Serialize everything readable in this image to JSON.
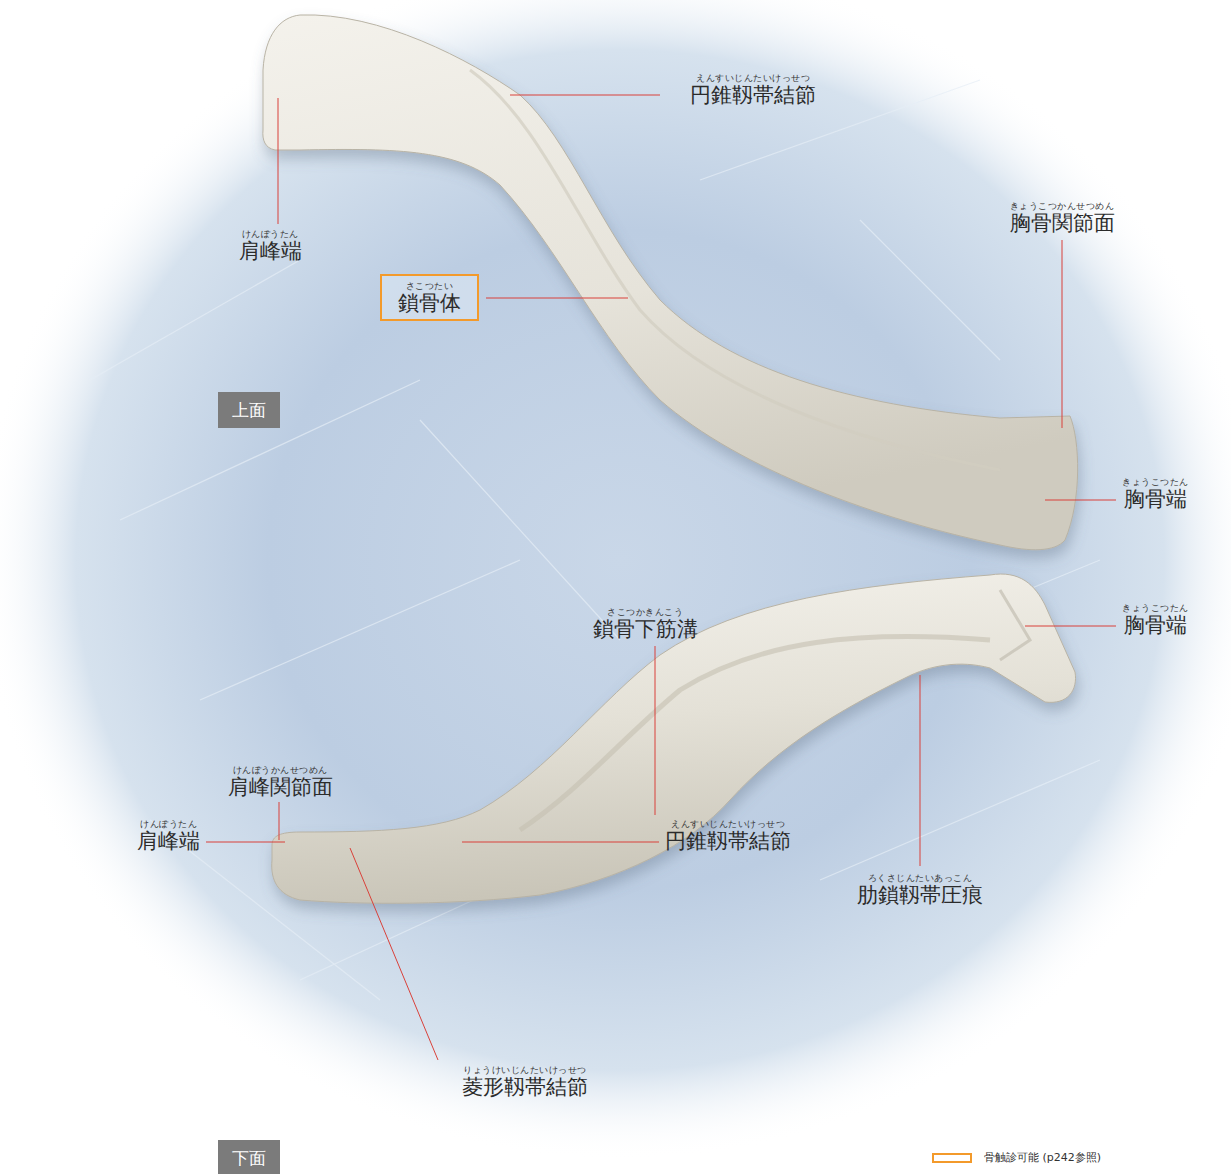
{
  "diagram": {
    "nodes": [
      {
        "text": [
          "さこつたい",
          "鎖骨体"
        ]
      },
      {
        "text": [
          "上面"
        ]
      },
      {
        "text": [
          "下面"
        ]
      }
    ],
    "labels": [
      "えんすいじんたいけっせつ",
      "円錐靱帯結節",
      "けんぽうたん",
      "肩峰端",
      "きょうこつかんせつめん",
      "胸骨関節面",
      "きょうこつたん",
      "胸骨端",
      "さこつかきんこう",
      "鎖骨下筋溝",
      "きょうこつたん",
      "胸骨端",
      "けんぽうかんせつめん",
      "肩峰関節面",
      "ろくさじんたいあっこん",
      "肋鎖靱帯圧痕",
      "けんぽうたん",
      "肩峰端",
      "えんすいじんたいけっせつ",
      "円錐靱帯結節",
      "りょうけいじんたいけっせつ",
      "菱形靱帯結節"
    ],
    "legend": [
      {
        "text": "骨触診可能 (p242参照)"
      }
    ]
  }
}
